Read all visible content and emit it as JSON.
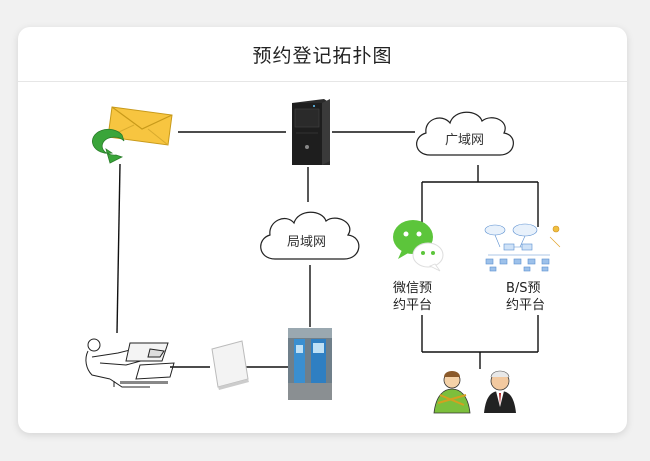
{
  "title": "预约登记拓扑图",
  "clouds": {
    "wan": "广域网",
    "lan": "局域网"
  },
  "platforms": {
    "wechat_line1": "微信预",
    "wechat_line2": "约平台",
    "bs_line1": "B/S预",
    "bs_line2": "约平台"
  },
  "icons": {
    "email": "email-send-icon",
    "server": "server-tower-icon",
    "wechat": "wechat-icon",
    "bs": "network-topology-icon",
    "visitor": "visitor-registration-sketch",
    "card": "id-card-icon",
    "kiosk": "self-service-kiosk-icon",
    "users": "users-icon"
  },
  "colors": {
    "wechat_green": "#5cc53b",
    "email_yellow": "#f7c540",
    "arrow_green": "#3aa53a",
    "server_dark": "#1e1e1e",
    "kiosk_blue": "#3a8fd0"
  }
}
